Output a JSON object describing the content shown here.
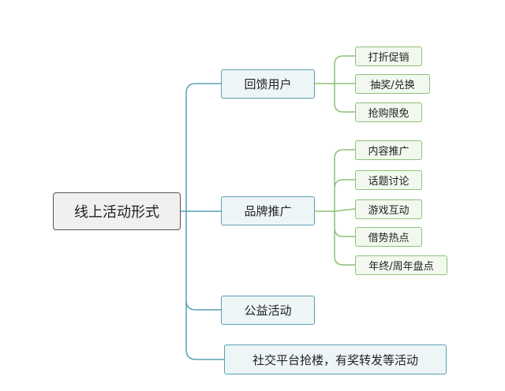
{
  "root": {
    "label": "线上活动形式"
  },
  "branches": [
    {
      "label": "回馈用户",
      "children": [
        "打折促销",
        "抽奖/兑换",
        "抢购限免"
      ]
    },
    {
      "label": "品牌推广",
      "children": [
        "内容推广",
        "话题讨论",
        "游戏互动",
        "借势热点",
        "年终/周年盘点"
      ]
    },
    {
      "label": "公益活动",
      "children": []
    },
    {
      "label": "社交平台抢楼，有奖转发等活动",
      "children": []
    }
  ],
  "colors": {
    "root_border": "#555555",
    "branch_border": "#5aa0b5",
    "leaf_border": "#8cc27a",
    "connector_l1": "#5aa0b5",
    "connector_l2": "#8cc27a"
  }
}
